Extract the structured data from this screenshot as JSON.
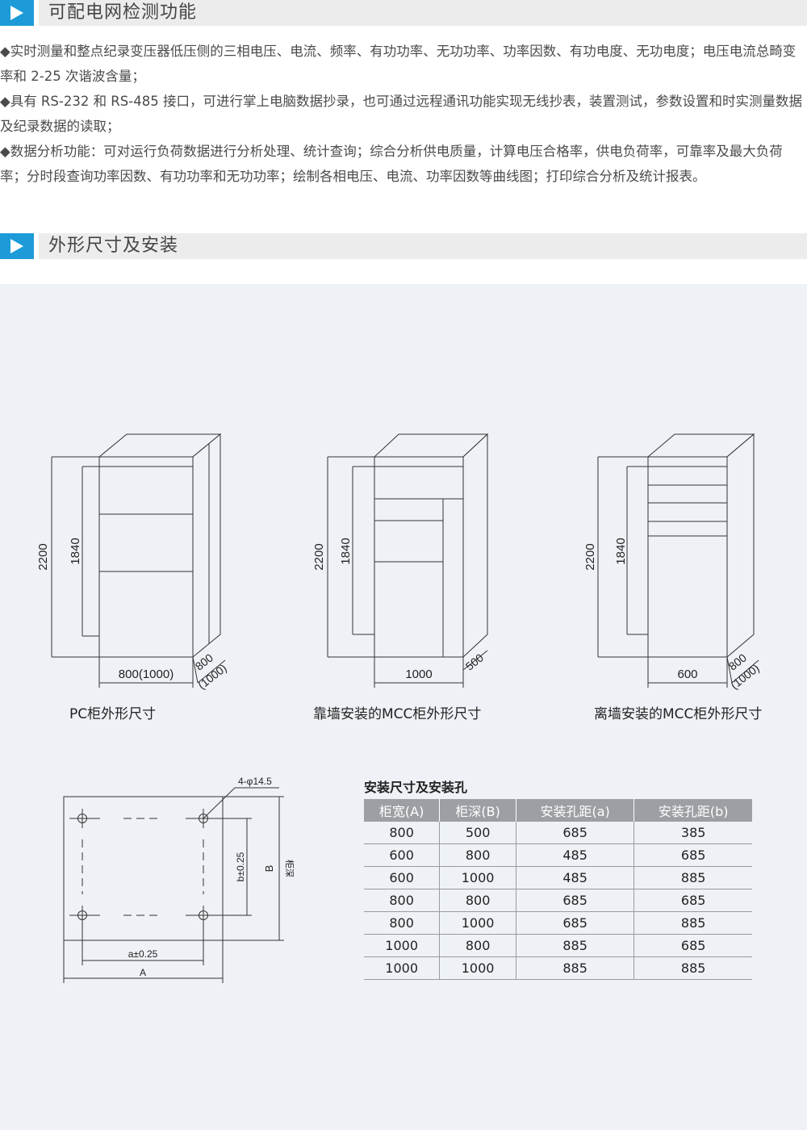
{
  "section1": {
    "title": "可配电网检测功能"
  },
  "bullets": [
    "◆实时测量和整点纪录变压器低压侧的三相电压、电流、频率、有功功率、无功功率、功率因数、有功电度、无功电度；电压电流总畸变率和 2-25 次谐波含量；",
    "◆具有 RS-232 和 RS-485 接口，可进行掌上电脑数据抄录，也可通过远程通讯功能实现无线抄表，装置测试，参数设置和时实测量数据及纪录数据的读取；",
    "◆数据分析功能：可对运行负荷数据进行分析处理、统计查询；综合分析供电质量，计算电压合格率，供电负荷率，可靠率及最大负荷率；分时段查询功率因数、有功功率和无功功率；绘制各相电压、电流、功率因数等曲线图；打印综合分析及统计报表。"
  ],
  "section2": {
    "title": "外形尺寸及安装"
  },
  "drawings": {
    "pc": {
      "caption": "PC柜外形尺寸",
      "height": "2200",
      "inner_height": "1840",
      "width": "800(1000)",
      "depth": "800",
      "depth_alt": "(1000)"
    },
    "mcc_wall": {
      "caption": "靠墙安装的MCC柜外形尺寸",
      "height": "2200",
      "inner_height": "1840",
      "width": "1000",
      "depth": "500"
    },
    "mcc_free": {
      "caption": "离墙安装的MCC柜外形尺寸",
      "height": "2200",
      "inner_height": "1840",
      "width": "600",
      "depth": "800",
      "depth_alt": "(1000)"
    },
    "base": {
      "holes": "4-φ14.5",
      "b_label": "b±0.25",
      "B_label": "B",
      "depth_label": "柜深",
      "a_label": "a±0.25",
      "A_label": "A"
    }
  },
  "table": {
    "title": "安装尺寸及安装孔",
    "headers": [
      "柜宽(A)",
      "柜深(B)",
      "安装孔距(a)",
      "安装孔距(b)"
    ],
    "rows": [
      [
        "800",
        "500",
        "685",
        "385"
      ],
      [
        "600",
        "800",
        "485",
        "685"
      ],
      [
        "600",
        "1000",
        "485",
        "885"
      ],
      [
        "800",
        "800",
        "685",
        "685"
      ],
      [
        "800",
        "1000",
        "685",
        "885"
      ],
      [
        "1000",
        "800",
        "885",
        "685"
      ],
      [
        "1000",
        "1000",
        "885",
        "885"
      ]
    ]
  },
  "colors": {
    "accent": "#1d9bd8",
    "header_bar": "#ececec",
    "panel_bg": "#eef2f6",
    "table_header": "#9c9fa3"
  }
}
